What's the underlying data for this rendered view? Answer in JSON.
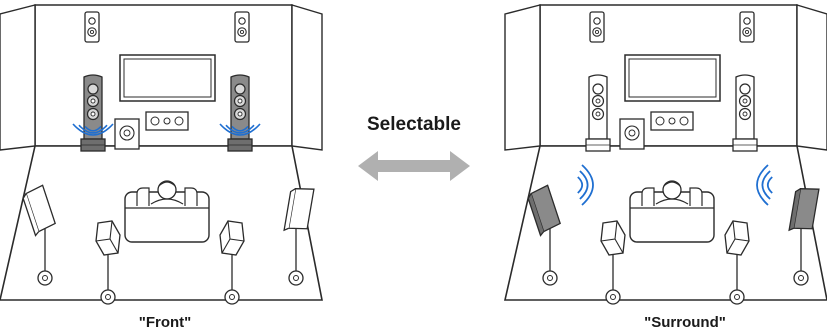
{
  "center": {
    "label": "Selectable",
    "arrow_color": "#b0b0b0"
  },
  "panels": [
    {
      "caption": "\"Front\"",
      "highlight": "front"
    },
    {
      "caption": "\"Surround\"",
      "highlight": "surround"
    }
  ],
  "colors": {
    "line": "#2b2b2b",
    "highlight_speaker": "#8a8a8a",
    "sound_waves": "#1f6fd1"
  }
}
